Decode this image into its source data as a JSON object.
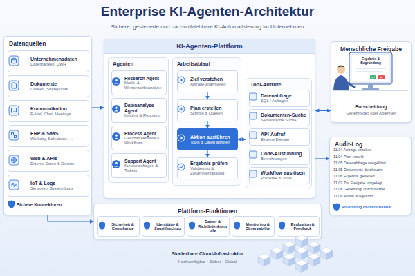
{
  "diagram": {
    "title": "Enterprise KI-Agenten-Architektur",
    "nodes": [
      {
        "text": [
          "Datenquellen"
        ]
      },
      {
        "text": [
          "Unternehmensdaten",
          "Datenbanken, DWH"
        ],
        "in": 0
      },
      {
        "text": [
          "Dokumente",
          "Dateien, Sharepoints"
        ],
        "in": 0
      },
      {
        "text": [
          "Kommunikation",
          "E-Mail, Chat, Meetings"
        ],
        "in": 0
      },
      {
        "text": [
          "ERP & SaaS",
          "Workday, Salesforce, ..."
        ],
        "in": 0
      },
      {
        "text": [
          "Web & APIs",
          "Externe Daten & Dienste"
        ],
        "in": 0
      },
      {
        "text": [
          "IoT & Logs",
          "Sensoren, System-Logs"
        ],
        "in": 0
      },
      {
        "text": [
          "KI-Agenten-Plattform"
        ]
      },
      {
        "text": [
          "Agenten"
        ],
        "in": 7
      },
      {
        "text": [
          "Research Agent",
          "Markt- & Wettbewerbsanalyse"
        ],
        "in": 8
      },
      {
        "text": [
          "Datenanalyse Agent",
          "Insights & Reporting"
        ],
        "in": 8
      },
      {
        "text": [
          "Process Agent",
          "Geschäftsabläufe & Workflows"
        ],
        "in": 8
      },
      {
        "text": [
          "Support Agent",
          "Kundenanfragen & Tickets"
        ],
        "in": 8
      },
      {
        "text": [
          "Arbeitsablauf"
        ],
        "in": 7
      },
      {
        "text": [
          "Ziel verstehen",
          "Anfrage analysieren"
        ],
        "in": 13
      },
      {
        "text": [
          "Plan erstellen",
          "Schritte & Quellen"
        ],
        "in": 13
      },
      {
        "text": [
          "Aktion ausführen",
          "Tools & Daten abrufen"
        ],
        "in": 13
      },
      {
        "text": [
          "Ergebnis prüfen",
          "Validierung & Zusammenfassung"
        ],
        "in": 13
      },
      {
        "text": [
          "Tool-Aufrufe"
        ],
        "in": 7
      },
      {
        "text": [
          "Datenabfrage",
          "SQL / Abfragen"
        ],
        "in": 18
      },
      {
        "text": [
          "Dokumenten-Suche",
          "Semantische Suche"
        ],
        "in": 18
      },
      {
        "text": [
          "API-Aufruf",
          "Externe Dienste"
        ],
        "in": 18
      },
      {
        "text": [
          "Code-Ausführung",
          "Berechnungen"
        ],
        "in": 18
      },
      {
        "text": [
          "Workflow auslösen",
          "Prozesse & Tools"
        ],
        "in": 18
      },
      {
        "text": [
          "Menschliche Freigabe",
          "Entscheidung",
          "Genehmigen oder Ablehnen"
        ]
      },
      {
        "text": [
          "Audit-Log"
        ]
      },
      {
        "text": [
          "Plattform-Funktionen"
        ]
      },
      {
        "text": [
          "Sicherheit & Compliance"
        ],
        "in": 26
      },
      {
        "text": [
          "Identitäts- & Zugriffsschutz"
        ],
        "in": 26
      },
      {
        "text": [
          "Daten- & Richtlinienkontrolle"
        ],
        "in": 26
      },
      {
        "text": [
          "Monitoring & Observability"
        ],
        "in": 26
      },
      {
        "text": [
          "Evaluation & Feedback"
        ],
        "in": 26
      }
    ],
    "edges": [
      {
        "from": 0,
        "to": 7,
        "arrow": "to"
      },
      {
        "from": 14,
        "to": 15,
        "arrow": "to"
      },
      {
        "from": 15,
        "to": 16,
        "arrow": "to"
      },
      {
        "from": 16,
        "to": 17,
        "arrow": "to"
      },
      {
        "from": 16,
        "to": 18,
        "arrow": "both"
      },
      {
        "from": 7,
        "to": 24,
        "arrow": "both"
      },
      {
        "from": 7,
        "to": 25,
        "arrow": "to"
      },
      {
        "from": 0,
        "to": 26,
        "arrow": "to"
      }
    ],
    "labels": [
      "Sichere, gesteuerte und nachvollziehbare KI-Automatisierung im Unternehmen",
      "Sichere Konnektoren",
      "Ergebnis & Begründung",
      "11:04 Anfrage erhalten",
      "11:04 Plan erstellt",
      "11:05 Datenabfrage ausgeführt",
      "11:05 Dokumente durchsucht",
      "11:06 Ergebnis generiert",
      "11:07 Zur Freigabe vorgelegt",
      "11:08 Genehmigt durch Nutzer",
      "11:09 Aktion ausgeführt",
      "Vollständig nachvollziehbar",
      "Skalierbare Cloud-Infrastruktur",
      "Hochverfügbar • Sicher • Global"
    ]
  }
}
